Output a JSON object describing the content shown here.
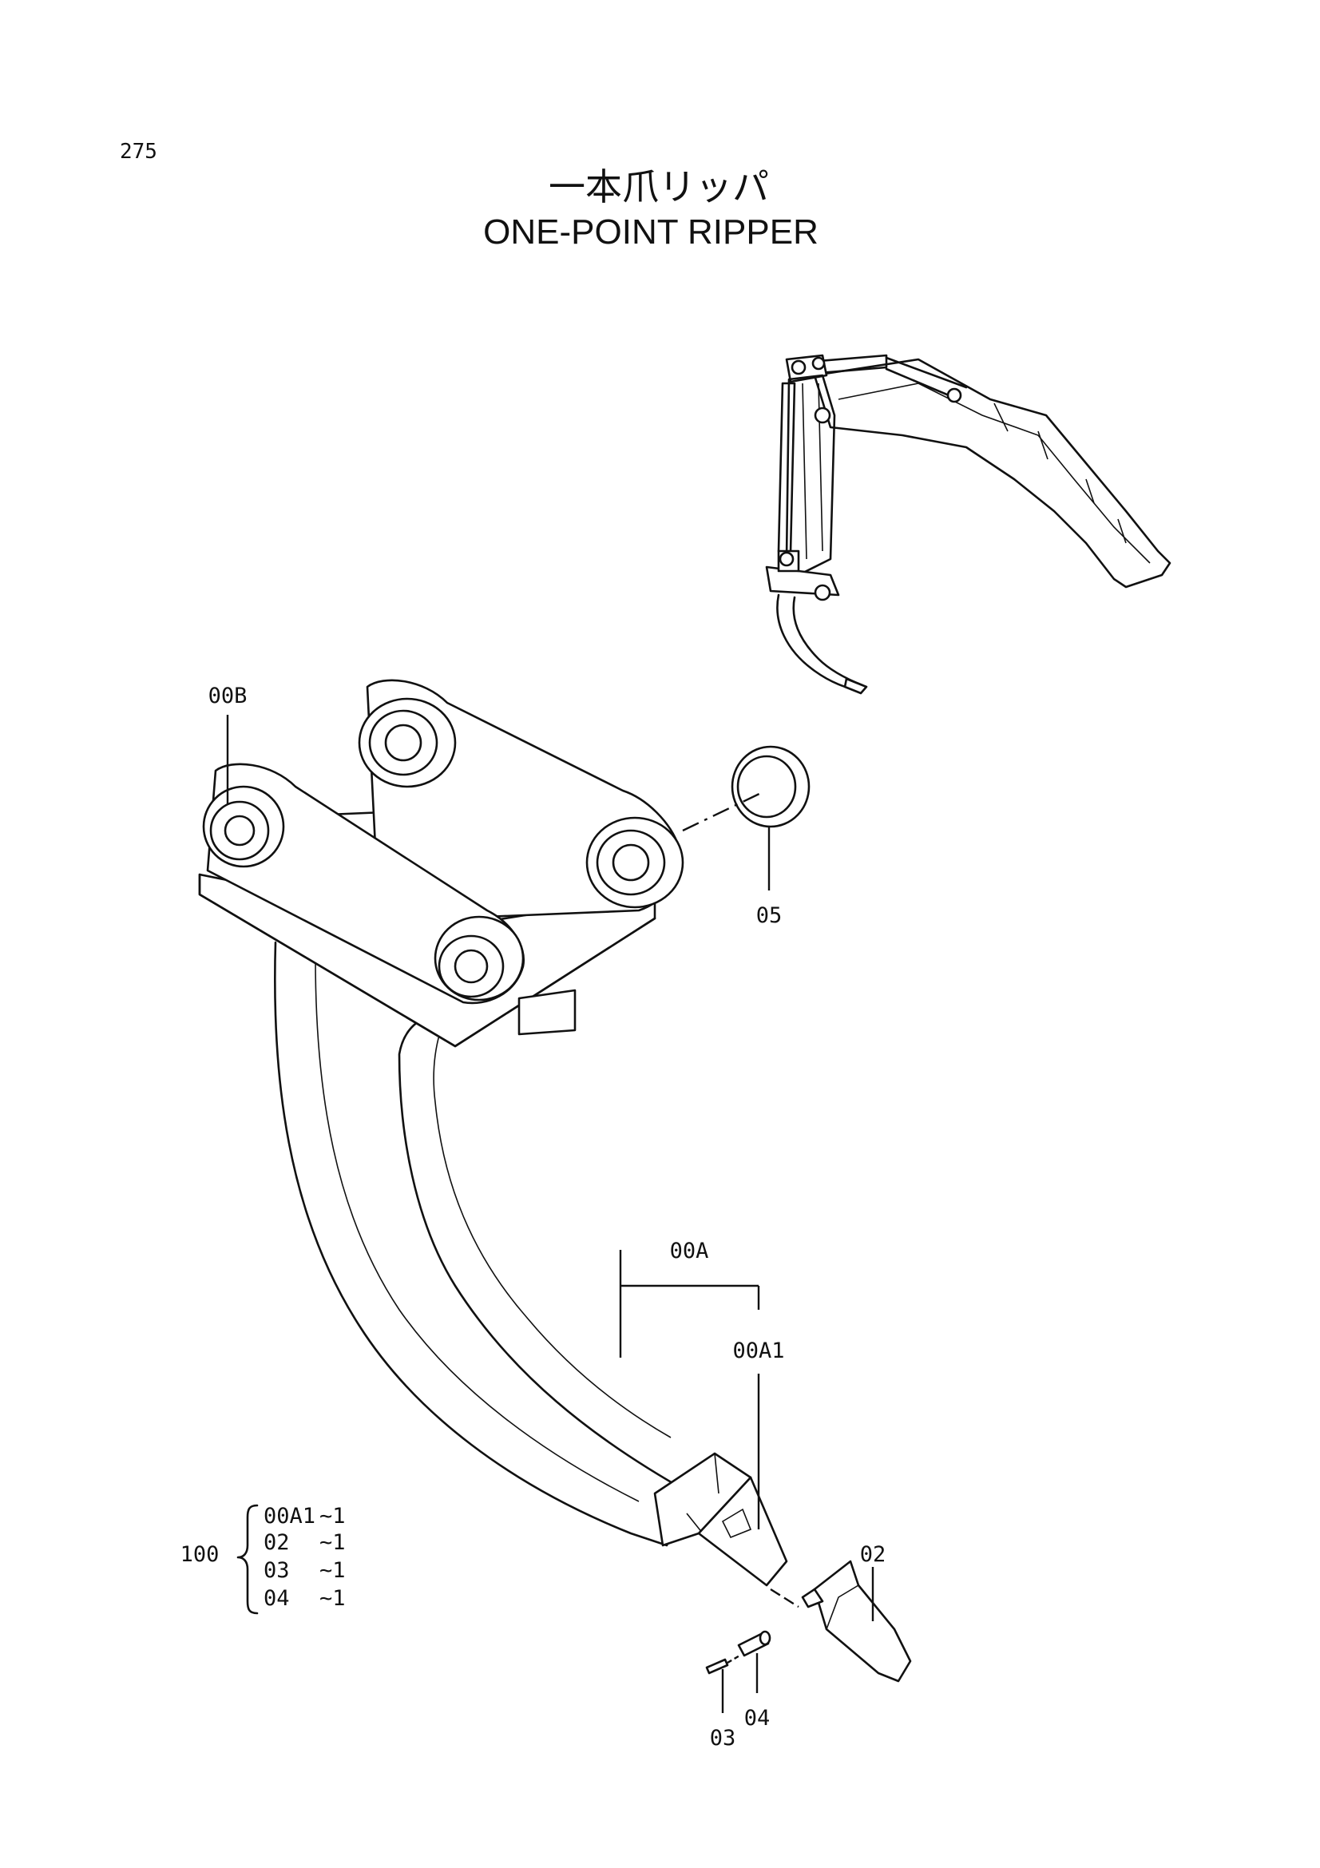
{
  "page_number": "275",
  "title_jp": "一本爪リッパ",
  "title_en": "ONE-POINT RIPPER",
  "callouts": {
    "bracket": "00B",
    "seal": "05",
    "assembly": "00A",
    "shank": "00A1",
    "tooth": "02",
    "pin": "03",
    "lock": "04"
  },
  "kit": {
    "label": "100",
    "rows": [
      {
        "part": "00A1",
        "qty": "~1"
      },
      {
        "part": "02",
        "qty": "~1"
      },
      {
        "part": "03",
        "qty": "~1"
      },
      {
        "part": "04",
        "qty": "~1"
      }
    ]
  },
  "icons": {
    "inset": "excavator-arm-with-ripper-icon",
    "main": "one-point-ripper-exploded-view-icon"
  }
}
